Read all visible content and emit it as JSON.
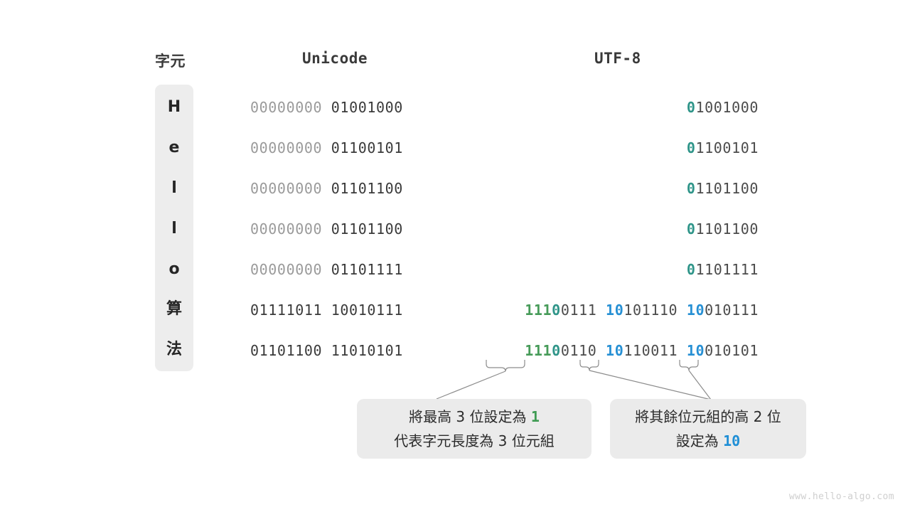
{
  "headers": {
    "character": "字元",
    "unicode": "Unicode",
    "utf8": "UTF-8"
  },
  "rows": [
    {
      "char": "H",
      "unicode_pad": "00000000 ",
      "unicode_value": "01001000",
      "utf8_segments": [
        {
          "text": "0",
          "color": "teal"
        },
        {
          "text": "1001000",
          "color": "gray"
        }
      ]
    },
    {
      "char": "e",
      "unicode_pad": "00000000 ",
      "unicode_value": "01100101",
      "utf8_segments": [
        {
          "text": "0",
          "color": "teal"
        },
        {
          "text": "1100101",
          "color": "gray"
        }
      ]
    },
    {
      "char": "l",
      "unicode_pad": "00000000 ",
      "unicode_value": "01101100",
      "utf8_segments": [
        {
          "text": "0",
          "color": "teal"
        },
        {
          "text": "1101100",
          "color": "gray"
        }
      ]
    },
    {
      "char": "l",
      "unicode_pad": "00000000 ",
      "unicode_value": "01101100",
      "utf8_segments": [
        {
          "text": "0",
          "color": "teal"
        },
        {
          "text": "1101100",
          "color": "gray"
        }
      ]
    },
    {
      "char": "o",
      "unicode_pad": "00000000 ",
      "unicode_value": "01101111",
      "utf8_segments": [
        {
          "text": "0",
          "color": "teal"
        },
        {
          "text": "1101111",
          "color": "gray"
        }
      ]
    },
    {
      "char": "算",
      "unicode_pad": "",
      "unicode_value": "01111011 10010111",
      "utf8_segments": [
        {
          "text": "111",
          "color": "green"
        },
        {
          "text": "0",
          "color": "teal"
        },
        {
          "text": "0111 ",
          "color": "gray"
        },
        {
          "text": "10",
          "color": "blue"
        },
        {
          "text": "101110 ",
          "color": "gray"
        },
        {
          "text": "10",
          "color": "blue"
        },
        {
          "text": "010111",
          "color": "gray"
        }
      ]
    },
    {
      "char": "法",
      "unicode_pad": "",
      "unicode_value": "01101100 11010101",
      "utf8_segments": [
        {
          "text": "111",
          "color": "green"
        },
        {
          "text": "0",
          "color": "teal"
        },
        {
          "text": "0110 ",
          "color": "gray"
        },
        {
          "text": "10",
          "color": "blue"
        },
        {
          "text": "110011 ",
          "color": "gray"
        },
        {
          "text": "10",
          "color": "blue"
        },
        {
          "text": "010101",
          "color": "gray"
        }
      ]
    }
  ],
  "callouts": {
    "left": {
      "line1_pre": "將最高 3 位設定為 ",
      "line1_hl": "1",
      "line2": "代表字元長度為 3 位元組"
    },
    "right": {
      "line1": "將其餘位元組的高 2 位",
      "line2_pre": "設定為 ",
      "line2_hl": "10"
    }
  },
  "watermark": "www.hello-algo.com",
  "colors": {
    "green": "#479b59",
    "teal": "#2f9589",
    "blue": "#2790d4",
    "gray": "#4b4b4b",
    "pad": "#9a9a9a",
    "badge_bg": "#ededed",
    "callout_bg": "#ebebeb"
  }
}
